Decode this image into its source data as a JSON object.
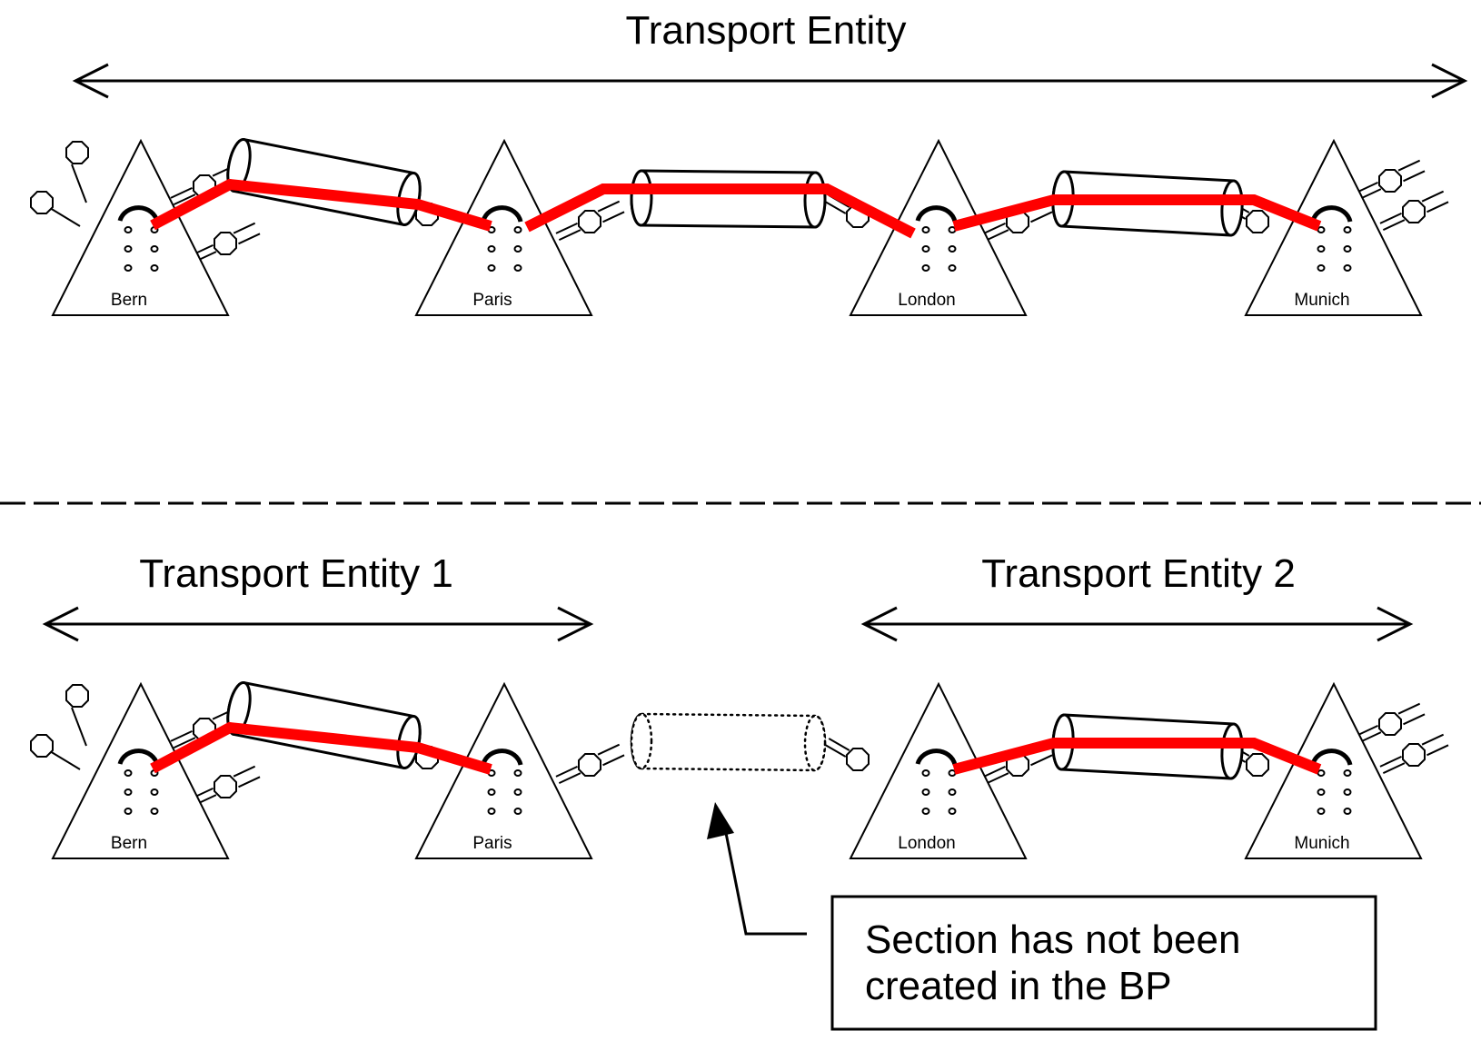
{
  "colors": {
    "path": "#ff0000",
    "stroke": "#000000",
    "background": "#ffffff"
  },
  "top_panel": {
    "title": "Transport Entity",
    "nodes": [
      "Bern",
      "Paris",
      "London",
      "Munich"
    ],
    "sections": [
      {
        "from": "Bern",
        "to": "Paris",
        "state": "created",
        "path": true
      },
      {
        "from": "Paris",
        "to": "London",
        "state": "created",
        "path": true
      },
      {
        "from": "London",
        "to": "Munich",
        "state": "created",
        "path": true
      }
    ]
  },
  "bottom_panel": {
    "entities": [
      {
        "title": "Transport Entity 1",
        "span": [
          "Bern",
          "Paris"
        ]
      },
      {
        "title": "Transport Entity 2",
        "span": [
          "London",
          "Munich"
        ]
      }
    ],
    "nodes": [
      "Bern",
      "Paris",
      "London",
      "Munich"
    ],
    "sections": [
      {
        "from": "Bern",
        "to": "Paris",
        "state": "created",
        "path": true
      },
      {
        "from": "Paris",
        "to": "London",
        "state": "not-created",
        "path": false
      },
      {
        "from": "London",
        "to": "Munich",
        "state": "created",
        "path": true
      }
    ],
    "callout": {
      "lines": [
        "Section has not been",
        "created in the BP"
      ],
      "points_to": "Paris-London section"
    }
  }
}
